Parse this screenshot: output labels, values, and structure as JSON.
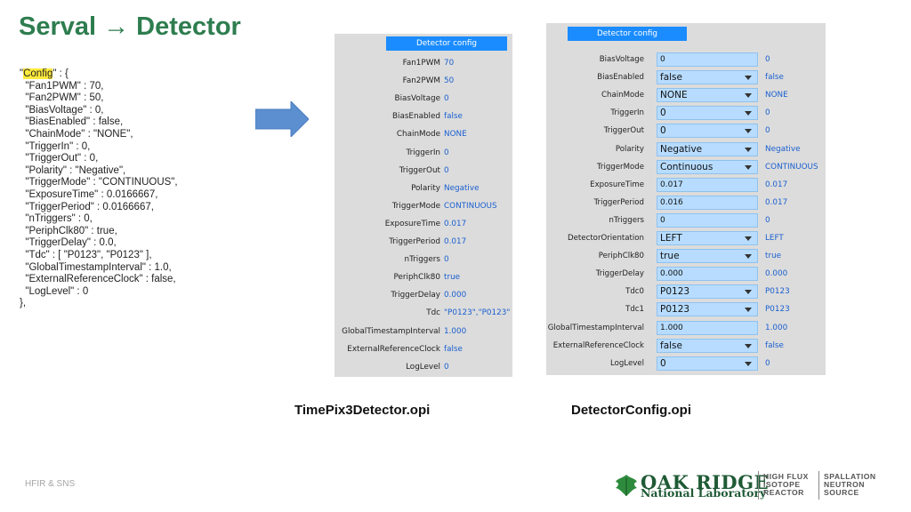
{
  "title": "Serval → Detector",
  "config_code": {
    "key": "Config",
    "open_quote": "\"",
    "after_key": "\" : {",
    "lines": [
      "  \"Fan1PWM\" : 70,",
      "  \"Fan2PWM\" : 50,",
      "  \"BiasVoltage\" : 0,",
      "  \"BiasEnabled\" : false,",
      "  \"ChainMode\" : \"NONE\",",
      "  \"TriggerIn\" : 0,",
      "  \"TriggerOut\" : 0,",
      "  \"Polarity\" : \"Negative\",",
      "  \"TriggerMode\" : \"CONTINUOUS\",",
      "  \"ExposureTime\" : 0.0166667,",
      "  \"TriggerPeriod\" : 0.0166667,",
      "  \"nTriggers\" : 0,",
      "  \"PeriphClk80\" : true,",
      "  \"TriggerDelay\" : 0.0,",
      "  \"Tdc\" : [ \"P0123\", \"P0123\" ],",
      "  \"GlobalTimestampInterval\" : 1.0,",
      "  \"ExternalReferenceClock\" : false,",
      "  \"LogLevel\" : 0",
      "},"
    ]
  },
  "timepix_panel": {
    "header": "Detector config",
    "rows": [
      {
        "label": "Fan1PWM",
        "value": "70"
      },
      {
        "label": "Fan2PWM",
        "value": "50"
      },
      {
        "label": "BiasVoltage",
        "value": "0"
      },
      {
        "label": "BiasEnabled",
        "value": "false"
      },
      {
        "label": "ChainMode",
        "value": "NONE"
      },
      {
        "label": "TriggerIn",
        "value": "0"
      },
      {
        "label": "TriggerOut",
        "value": "0"
      },
      {
        "label": "Polarity",
        "value": "Negative"
      },
      {
        "label": "TriggerMode",
        "value": "CONTINUOUS"
      },
      {
        "label": "ExposureTime",
        "value": "0.017"
      },
      {
        "label": "TriggerPeriod",
        "value": "0.017"
      },
      {
        "label": "nTriggers",
        "value": "0"
      },
      {
        "label": "PeriphClk80",
        "value": "true"
      },
      {
        "label": "TriggerDelay",
        "value": "0.000"
      },
      {
        "label": "Tdc",
        "value": "\"P0123\",\"P0123\""
      },
      {
        "label": "GlobalTimestampInterval",
        "value": "1.000"
      },
      {
        "label": "ExternalReferenceClock",
        "value": "false"
      },
      {
        "label": "LogLevel",
        "value": "0"
      }
    ]
  },
  "config_panel": {
    "header": "Detector config",
    "rows": [
      {
        "label": "BiasVoltage",
        "input": "0",
        "combo": false,
        "readback": "0"
      },
      {
        "label": "BiasEnabled",
        "input": "false",
        "combo": true,
        "readback": "false"
      },
      {
        "label": "ChainMode",
        "input": "NONE",
        "combo": true,
        "readback": "NONE"
      },
      {
        "label": "TriggerIn",
        "input": "0",
        "combo": true,
        "readback": "0"
      },
      {
        "label": "TriggerOut",
        "input": "0",
        "combo": true,
        "readback": "0"
      },
      {
        "label": "Polarity",
        "input": "Negative",
        "combo": true,
        "readback": "Negative"
      },
      {
        "label": "TriggerMode",
        "input": "Continuous",
        "combo": true,
        "readback": "CONTINUOUS"
      },
      {
        "label": "ExposureTime",
        "input": "0.017",
        "combo": false,
        "readback": "0.017"
      },
      {
        "label": "TriggerPeriod",
        "input": "0.016",
        "combo": false,
        "readback": "0.017"
      },
      {
        "label": "nTriggers",
        "input": "0",
        "combo": false,
        "readback": "0"
      },
      {
        "label": "DetectorOrientation",
        "input": "LEFT",
        "combo": true,
        "readback": "LEFT"
      },
      {
        "label": "PeriphClk80",
        "input": "true",
        "combo": true,
        "readback": "true"
      },
      {
        "label": "TriggerDelay",
        "input": "0.000",
        "combo": false,
        "readback": "0.000"
      },
      {
        "label": "Tdc0",
        "input": "P0123",
        "combo": true,
        "readback": "P0123"
      },
      {
        "label": "Tdc1",
        "input": "P0123",
        "combo": true,
        "readback": "P0123"
      },
      {
        "label": "GlobalTimestampInterval",
        "input": "1.000",
        "combo": false,
        "readback": "1.000"
      },
      {
        "label": "ExternalReferenceClock",
        "input": "false",
        "combo": true,
        "readback": "false"
      },
      {
        "label": "LogLevel",
        "input": "0",
        "combo": true,
        "readback": "0"
      }
    ]
  },
  "captions": {
    "left": "TimePix3Detector.opi",
    "right": "DetectorConfig.opi"
  },
  "footer": "HFIR & SNS",
  "logo": {
    "line1": "OAK RIDGE",
    "line2": "National Laboratory",
    "block1": "HIGH FLUX\nISOTOPE\nREACTOR",
    "block2": "SPALLATION\nNEUTRON\nSOURCE"
  },
  "colors": {
    "title": "#2e7d4f",
    "arrow": "#5b8fd0",
    "panel_bg": "#dcdcdc",
    "header_bg": "#1a8cff",
    "value_text": "#1a5fd0",
    "field_bg": "#b7dcff",
    "logo": "#1f5a35"
  }
}
